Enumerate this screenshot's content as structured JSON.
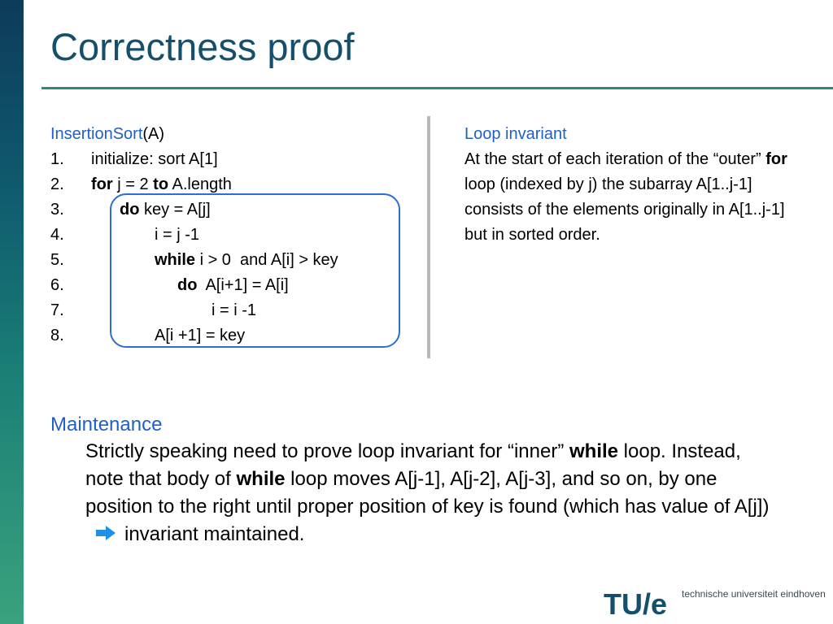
{
  "slide": {
    "title": "Correctness proof"
  },
  "code": {
    "func_name": "InsertionSort",
    "func_args": "(A)",
    "lines": [
      {
        "num": "1.",
        "parts": [
          {
            "t": "initialize: sort A[1]",
            "b": false
          }
        ]
      },
      {
        "num": "2.",
        "parts": [
          {
            "t": "for",
            "b": true
          },
          {
            "t": " j = 2 ",
            "b": false
          },
          {
            "t": "to",
            "b": true
          },
          {
            "t": " A.length",
            "b": false
          }
        ]
      },
      {
        "num": "3.",
        "parts": [
          {
            "t": "do",
            "b": true
          },
          {
            "t": " key = A[j]",
            "b": false
          }
        ]
      },
      {
        "num": "4.",
        "parts": [
          {
            "t": "i = j -1",
            "b": false
          }
        ]
      },
      {
        "num": "5.",
        "parts": [
          {
            "t": "while",
            "b": true
          },
          {
            "t": " i > 0  and A[i] > key",
            "b": false
          }
        ]
      },
      {
        "num": "6.",
        "parts": [
          {
            "t": "do",
            "b": true
          },
          {
            "t": "  A[i+1] = A[i]",
            "b": false
          }
        ]
      },
      {
        "num": "7.",
        "parts": [
          {
            "t": "i = i -1",
            "b": false
          }
        ]
      },
      {
        "num": "8.",
        "parts": [
          {
            "t": "A[i +1] = key",
            "b": false
          }
        ]
      }
    ]
  },
  "invariant": {
    "title": "Loop invariant",
    "text_1": "At the start of each iteration of the “outer” ",
    "keyword": "for",
    "text_2": " loop (indexed by j) the subarray A[1..j-1] consists of the elements originally in A[1..j-1] but in sorted order."
  },
  "maintenance": {
    "title": "Maintenance",
    "p1": "Strictly speaking need to prove loop invariant for “inner” ",
    "k1": "while",
    "p2": " loop. Instead, note that body of ",
    "k2": "while",
    "p3": " loop moves A[j-1], A[j-2], A[j-3], and so on, by one position to the right until proper position of key is found (which has value of A[j])",
    "p4": "invariant maintained.",
    "arrow_icon": "right-arrow-icon"
  },
  "logo": {
    "mark": "TU/e",
    "name": "technische universiteit eindhoven"
  },
  "colors": {
    "title": "#14506b",
    "accent_blue": "#1f5fc8",
    "rule": "#2a8a7e"
  }
}
